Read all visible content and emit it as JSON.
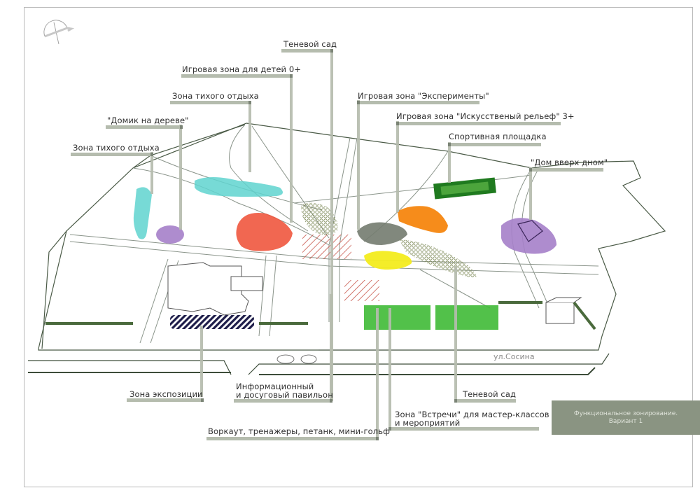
{
  "document": {
    "title_line1": "Функциональное зонирование.",
    "title_line2": "Вариант 1"
  },
  "street": "ул.Сосина",
  "compass": {
    "icon": "north-arrow-icon"
  },
  "labels": {
    "shadow_garden_top": "Теневой сад",
    "kids_zone": "Игровая зона для детей 0+",
    "quiet_zone_1": "Зона тихого отдыха",
    "treehouse": "\"Домик на дереве\"",
    "quiet_zone_2": "Зона тихого отдыха",
    "experiments": "Игровая зона \"Эксперименты\"",
    "relief": "Игровая зона \"Искусственый рельеф\" 3+",
    "sports": "Спортивная площадка",
    "upside_down": "\"Дом вверх дном\"",
    "exposition": "Зона экспозиции",
    "pavilion_line1": "Информационный",
    "pavilion_line2": "и досуговый павильон",
    "workout": "Воркаут, тренажеры, петанк, мини-гольф",
    "meeting_line1": "Зона \"Встречи\" для мастер-классов",
    "meeting_line2": "и мероприятий",
    "shadow_garden_bottom": "Теневой сад"
  },
  "colors": {
    "leader": "#b5bcae",
    "leader_cap": "#7b8476",
    "title_bg": "#8a9482",
    "zone_cyan": "#5fd3cf",
    "zone_purple": "#a57fc9",
    "zone_red": "#f0563e",
    "zone_orange": "#f6860f",
    "zone_yellow": "#f3ec1e",
    "zone_green": "#3fba36",
    "zone_darkgreen": "#1f7a1f",
    "zone_gray": "#737b6f",
    "zone_navy": "#1e1d4a",
    "hatch_red": "#c8554a"
  }
}
